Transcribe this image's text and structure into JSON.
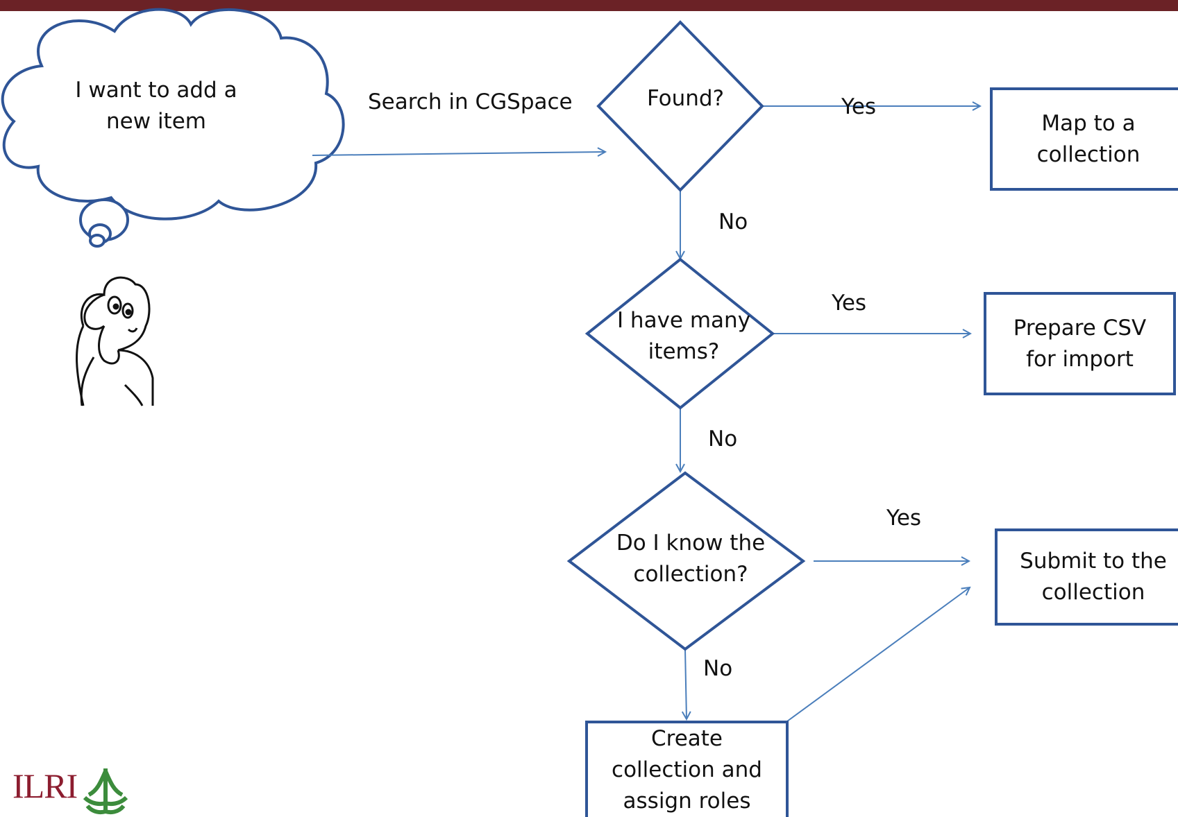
{
  "colors": {
    "top_bar": "#6b2226",
    "shape_stroke": "#2f5597",
    "arrow": "#4a7ebb",
    "ilri_logo": "#8c1d2f",
    "cgiar_logo": "#3c8c3c"
  },
  "thought_cloud": {
    "line1": "I want to add a",
    "line2": "new item"
  },
  "edge_search": "Search in CGSpace",
  "decisions": {
    "found": {
      "line1": "Found?"
    },
    "many": {
      "line1": "I have many",
      "line2": "items?"
    },
    "know": {
      "line1": "Do I know the",
      "line2": "collection?"
    }
  },
  "actions": {
    "map": {
      "line1": "Map to a",
      "line2": "collection"
    },
    "csv": {
      "line1": "Prepare CSV",
      "line2": "for import"
    },
    "submit": {
      "line1": "Submit to the",
      "line2": "collection"
    },
    "create": {
      "line1": "Create",
      "line2": "collection and",
      "line3": "assign roles"
    }
  },
  "edge_labels": {
    "found_yes": "Yes",
    "found_no": "No",
    "many_yes": "Yes",
    "many_no": "No",
    "know_yes": "Yes",
    "know_no": "No"
  },
  "icons": {
    "person": "thinking-person-icon",
    "ilri_logo": "ilri-logo",
    "cgiar_logo": "cgiar-logo-icon"
  },
  "logo_text": "ILRI"
}
